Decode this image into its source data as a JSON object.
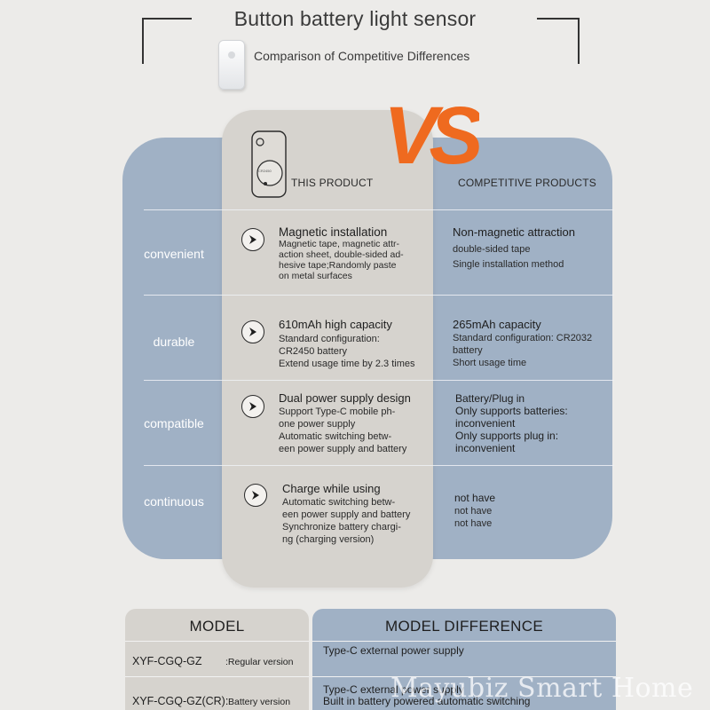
{
  "header": {
    "title": "Button battery light sensor",
    "subtitle": "Comparison of Competitive Differences"
  },
  "vs_text": "VS",
  "this_product": {
    "heading": "THIS PRODUCT",
    "device_label": "CR2450"
  },
  "competitor": {
    "heading": "COMPETITIVE PRODUCTS"
  },
  "rows": [
    {
      "category": "convenient",
      "ours_title": "Magnetic installation",
      "ours_lines": [
        "Magnetic tape, magnetic attr-",
        "action sheet, double-sided ad-",
        "hesive tape;Randomly paste",
        "on metal surfaces"
      ],
      "theirs_title": "Non-magnetic attraction",
      "theirs_lines": [
        "double-sided tape",
        "Single installation method"
      ]
    },
    {
      "category": "durable",
      "ours_title": "610mAh high capacity",
      "ours_lines": [
        "Standard configuration:",
        "CR2450 battery",
        "Extend usage time by 2.3 times"
      ],
      "theirs_title": "265mAh capacity",
      "theirs_lines": [
        "Standard configuration: CR2032",
        "battery",
        "Short usage time"
      ]
    },
    {
      "category": "compatible",
      "ours_title": "Dual power supply design",
      "ours_lines": [
        "Support Type-C mobile ph-",
        "one power supply",
        "Automatic switching betw-",
        "een power supply and battery"
      ],
      "theirs_title": "Battery/Plug in",
      "theirs_lines": [
        "Only supports batteries:",
        "inconvenient",
        "Only supports plug in:",
        "inconvenient"
      ]
    },
    {
      "category": "continuous",
      "ours_title": "Charge while using",
      "ours_lines": [
        "Automatic switching betw-",
        "een power supply and battery",
        "Synchronize battery chargi-",
        "ng (charging version)"
      ],
      "theirs_title": "not have",
      "theirs_lines": [
        "not have",
        "not have"
      ]
    }
  ],
  "models": {
    "model_heading": "MODEL",
    "diff_heading": "MODEL DIFFERENCE",
    "items": [
      {
        "name": "XYF-CGQ-GZ",
        "version": ":Regular version",
        "difference": [
          "Type-C external power supply"
        ]
      },
      {
        "name": "XYF-CGQ-GZ(CR):",
        "version": "Battery version",
        "difference": [
          "Type-C external power supply",
          "Built in battery powered automatic switching"
        ]
      }
    ]
  },
  "watermark": "Mayubiz Smart Home",
  "colors": {
    "background": "#ecebe9",
    "blue_panel": "#a0b1c5",
    "grey_card": "#d6d3ce",
    "vs_orange": "#ef6a1f"
  }
}
